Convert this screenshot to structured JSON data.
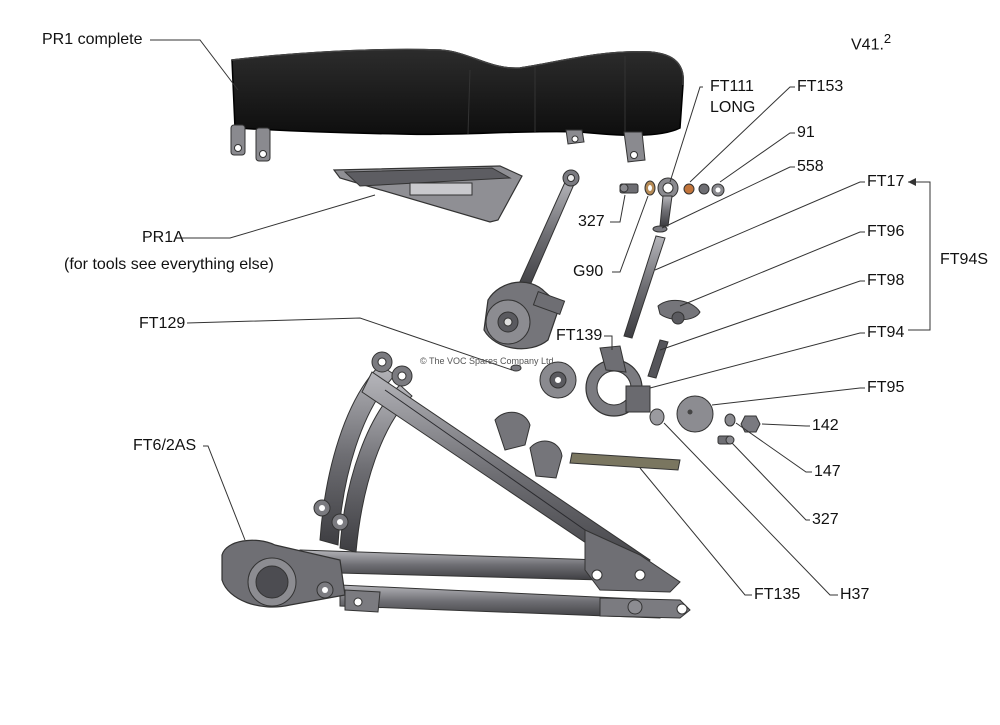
{
  "version": {
    "main": "V41.",
    "sup": "2"
  },
  "copyright": "© The VOC Spares Company Ltd",
  "labels": {
    "pr1_complete": "PR1 complete",
    "pr1a": "PR1A",
    "tools_note": "(for tools see everything else)",
    "ft129": "FT129",
    "ft6_2as": "FT6/2AS",
    "ft111": "FT111",
    "long": "LONG",
    "ft153": "FT153",
    "p91": "91",
    "p558": "558",
    "p327_top": "327",
    "g90": "G90",
    "ft17": "FT17",
    "ft96": "FT96",
    "ft98": "FT98",
    "ft139": "FT139",
    "ft94": "FT94",
    "ft94s": "FT94S",
    "ft95": "FT95",
    "p142": "142",
    "p147": "147",
    "p327_bottom": "327",
    "ft135": "FT135",
    "h37": "H37"
  },
  "colors": {
    "seat": "#1b1b1b",
    "metal_dark": "#4f4f53",
    "metal_mid": "#6f6f74",
    "metal_light": "#9a9a9f",
    "highlight": "#c8c8cc",
    "pad": "#7a7660"
  }
}
